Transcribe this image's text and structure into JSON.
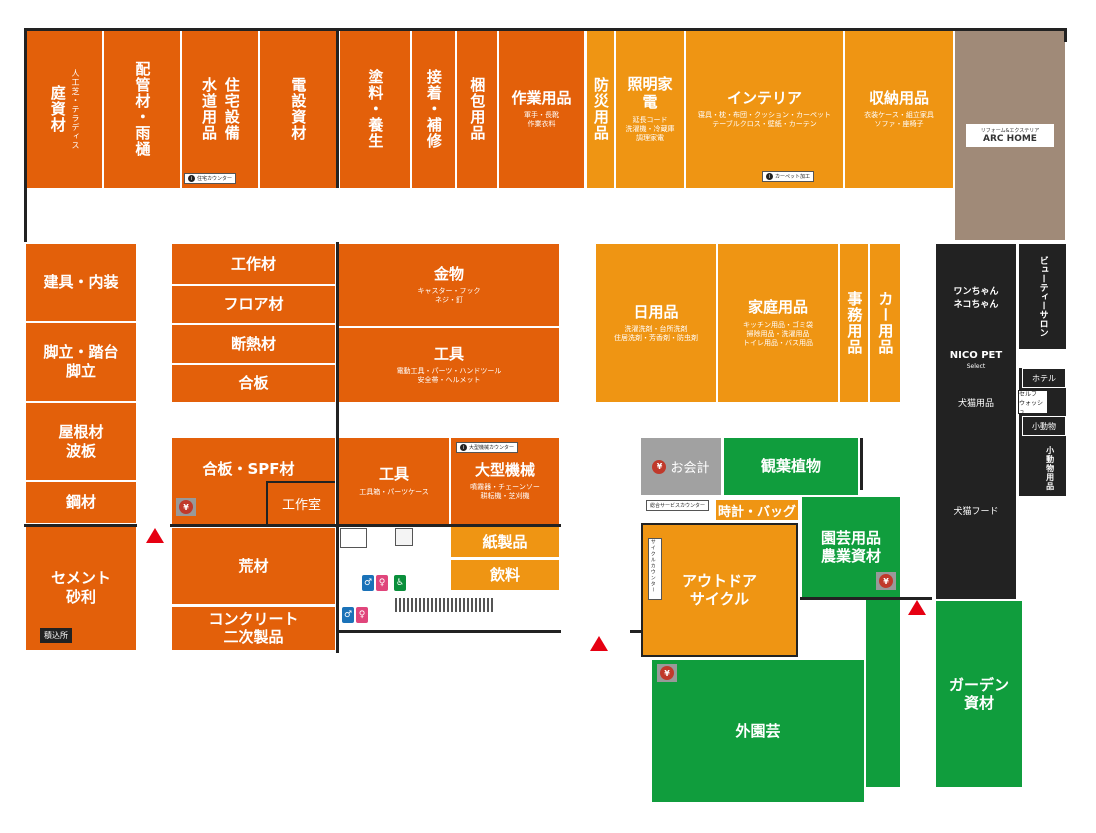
{
  "top_row": [
    {
      "title": "庭資材",
      "sub": "人工芝・テラディス"
    },
    {
      "title": "配管材・雨樋"
    },
    {
      "title": "住宅設備"
    },
    {
      "title": "水道用品"
    },
    {
      "title": "電設資材"
    },
    {
      "title": "塗料・養生"
    },
    {
      "title": "接着・補修"
    },
    {
      "title": "梱包用品"
    },
    {
      "title": "作業用品",
      "sub": "軍手・長靴\n作業衣料"
    },
    {
      "title": "防災用品"
    },
    {
      "title": "照明家電",
      "sub": "延長コード\n洗濯機・冷蔵庫\n調理家電"
    },
    {
      "title": "インテリア",
      "sub": "寝具・枕・布団・クッション・カーペット\nテーブルクロス・壁紙・カーテン"
    },
    {
      "title": "収納用品",
      "sub": "衣装ケース・組立家具\nソファ・座椅子"
    }
  ],
  "arc_home": {
    "sub": "リフォーム&エクステリア",
    "name": "ARC HOME"
  },
  "info_labels": {
    "housing_counter": "住宅カウンター",
    "carpet": "カーペット加工",
    "machine_counter": "大型機械カウンター",
    "general_service": "総合サービスカウンター",
    "cycle_counter": "サイクルカウンター"
  },
  "left_col": [
    "建具・内装",
    "脚立・踏台\n脚立",
    "屋根材\n波板",
    "鋼材",
    "セメント\n砂利"
  ],
  "yard_label": "積込所",
  "mid_left": [
    "工作材",
    "フロア材",
    "断熱材",
    "合板"
  ],
  "hardware": {
    "title": "金物",
    "sub": "キャスター・フック\nネジ・釘"
  },
  "tools_top": {
    "title": "工具",
    "sub": "電動工具・パーツ・ハンドツール\n安全帯・ヘルメット"
  },
  "daily": {
    "title": "日用品",
    "sub": "洗濯洗剤・台所洗剤\n住居洗剤・芳香剤・防虫剤"
  },
  "household": {
    "title": "家庭用品",
    "sub": "キッチン用品・ゴミ袋\n掃除用品・洗濯用品\nトイレ用品・バス用品"
  },
  "office": "事務用品",
  "car": "カー用品",
  "plywood_spf": "合板・SPF材",
  "workshop": "工作室",
  "tools_bottom": {
    "title": "工具",
    "sub": "工具箱・パーツケース"
  },
  "machinery": {
    "title": "大型機械",
    "sub": "噴霧器・チェーンソー\n耕耘機・芝刈機"
  },
  "rough_lumber": "荒材",
  "concrete": "コンクリート\n二次製品",
  "paper": "紙製品",
  "drinks": "飲料",
  "checkout": "お会計",
  "foliage": "観葉植物",
  "watch_bag": "時計・バッグ",
  "garden_goods": "園芸用品\n農業資材",
  "outdoor": "アウトドア\nサイクル",
  "outer_garden": "外園芸",
  "garden_materials": "ガーデン\n資材",
  "pet": {
    "wan": "ワンちゃん\nネコちゃん",
    "logo": "NICO PET",
    "logo_sub": "Select",
    "dog_goods": "犬猫用品",
    "dog_food": "犬猫フード",
    "small_animal": "小動物用品"
  },
  "beauty": "ビューティーサロン",
  "hotel": "ホテル",
  "self_wash": "セルフ\nウォッシュ",
  "small_animal_room": "小動物",
  "colors": {
    "orange": "#e3600a",
    "yellow": "#ef9513",
    "green": "#109d3d",
    "black": "#222222",
    "arrow": "#e60012"
  }
}
